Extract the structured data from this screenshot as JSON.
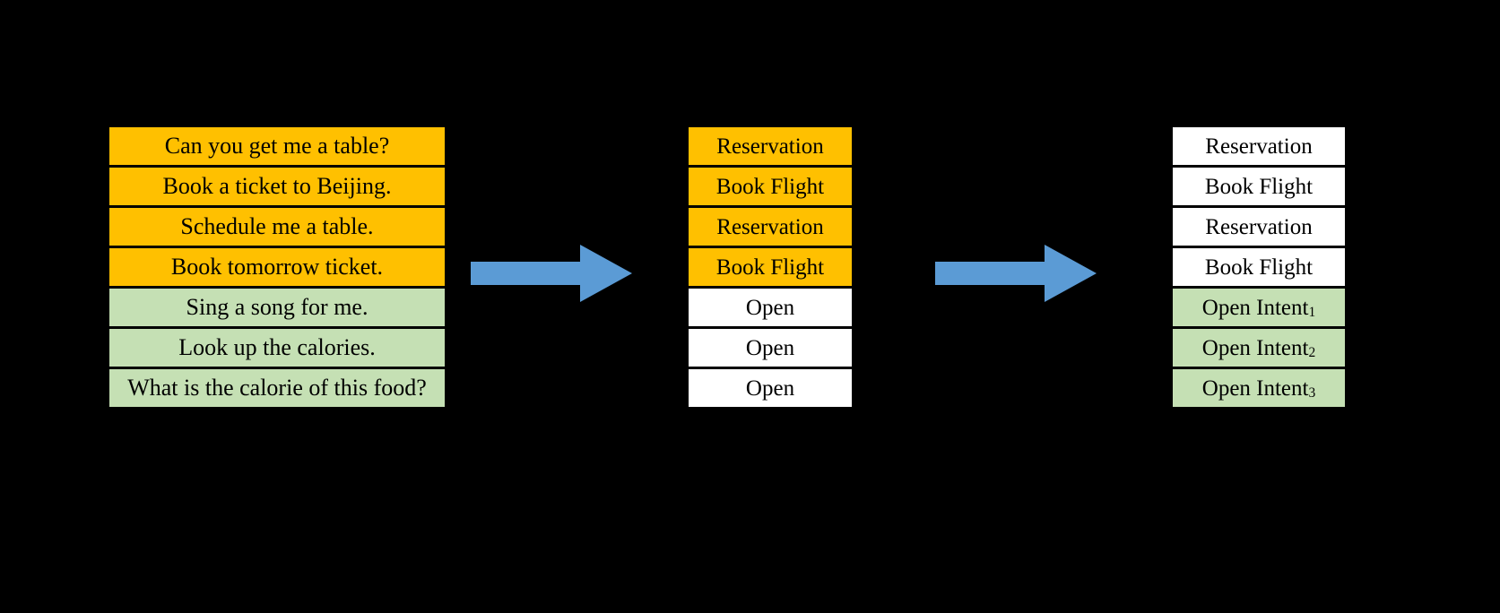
{
  "colors": {
    "background": "#000000",
    "known_intent_fill": "#FFC000",
    "open_intent_fill": "#C5E0B4",
    "plain_fill": "#FFFFFF",
    "arrow_blue": "#5B9BD5",
    "border": "#000000",
    "text": "#000000"
  },
  "stages": {
    "utterances": {
      "rows": [
        {
          "text": "Can you get me a table?",
          "fill": "known"
        },
        {
          "text": "Book a ticket to Beijing.",
          "fill": "known"
        },
        {
          "text": "Schedule me a table.",
          "fill": "known"
        },
        {
          "text": "Book tomorrow ticket.",
          "fill": "known"
        },
        {
          "text": "Sing a song for me.",
          "fill": "open"
        },
        {
          "text": "Look up the calories.",
          "fill": "open"
        },
        {
          "text": "What is the calorie of this food?",
          "fill": "open"
        }
      ]
    },
    "coarse": {
      "rows": [
        {
          "text": "Reservation",
          "fill": "known"
        },
        {
          "text": "Book Flight",
          "fill": "known"
        },
        {
          "text": "Reservation",
          "fill": "known"
        },
        {
          "text": "Book Flight",
          "fill": "known"
        },
        {
          "text": "Open",
          "fill": "plain"
        },
        {
          "text": "Open",
          "fill": "plain"
        },
        {
          "text": "Open",
          "fill": "plain"
        }
      ]
    },
    "discovered": {
      "rows": [
        {
          "text": "Reservation",
          "sub": "",
          "fill": "plain"
        },
        {
          "text": "Book Flight",
          "sub": "",
          "fill": "plain"
        },
        {
          "text": "Reservation",
          "sub": "",
          "fill": "plain"
        },
        {
          "text": "Book Flight",
          "sub": "",
          "fill": "plain"
        },
        {
          "text": "Open Intent",
          "sub": "1",
          "fill": "open"
        },
        {
          "text": "Open Intent",
          "sub": "2",
          "fill": "open"
        },
        {
          "text": "Open Intent",
          "sub": "3",
          "fill": "open"
        }
      ]
    }
  },
  "arrows": [
    {
      "name": "arrow-utterances-to-coarse",
      "direction": "right"
    },
    {
      "name": "arrow-coarse-to-discovered",
      "direction": "right"
    }
  ]
}
